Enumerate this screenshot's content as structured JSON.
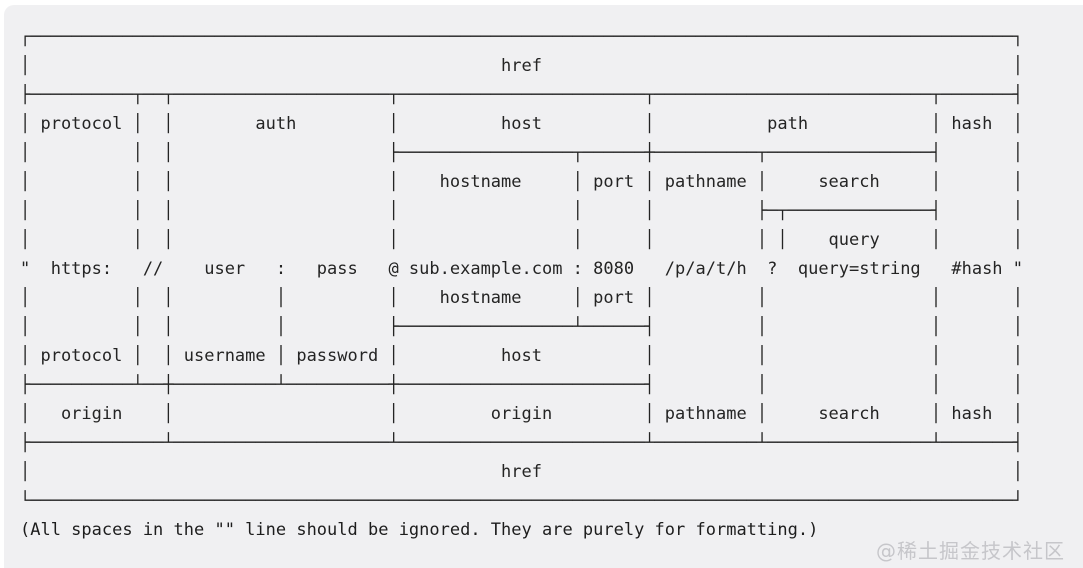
{
  "colors": {
    "page_background": "#ffffff",
    "panel_background": "#f0f0f2",
    "diagram_text": "#242424",
    "watermark_text": "#c6c6ca"
  },
  "diagram": {
    "title_component_top": "href",
    "title_component_bottom": "href",
    "lines": [
      "┌────────────────────────────────────────────────────────────────────────────────────────────────┐",
      "│                                              href                                              │",
      "├──────────┬──┬─────────────────────┬────────────────────────┬───────────────────────────┬───────┤",
      "│ protocol │  │        auth         │          host          │           path            │ hash  │",
      "│          │  │                     ├─────────────────┬──────┼──────────┬────────────────┤       │",
      "│          │  │                     │    hostname     │ port │ pathname │     search     │       │",
      "│          │  │                     │                 │      │          ├─┬──────────────┤       │",
      "│          │  │                     │                 │      │          │ │    query     │       │",
      "\"  https:   //    user   :   pass   @ sub.example.com : 8080   /p/a/t/h  ?  query=string   #hash \"",
      "│          │  │          │          │    hostname     │ port │          │                │       │",
      "│          │  │          │          ├─────────────────┴──────┤          │                │       │",
      "│ protocol │  │ username │ password │          host          │          │                │       │",
      "├──────────┴──┼──────────┴──────────┼────────────────────────┤          │                │       │",
      "│   origin    │                     │         origin         │ pathname │     search     │ hash  │",
      "├─────────────┴─────────────────────┴────────────────────────┴──────────┴────────────────┴───────┤",
      "│                                              href                                              │",
      "└────────────────────────────────────────────────────────────────────────────────────────────────┘"
    ],
    "note": "(All spaces in the \"\" line should be ignored. They are purely for formatting.)",
    "component_labels": {
      "top_section": [
        "href",
        "protocol",
        "auth",
        "host",
        "path",
        "hash",
        "hostname",
        "port",
        "pathname",
        "search",
        "query"
      ],
      "bottom_section": [
        "hostname",
        "port",
        "protocol",
        "username",
        "password",
        "host",
        "origin",
        "origin",
        "pathname",
        "search",
        "hash",
        "href"
      ]
    },
    "url_example": {
      "open_quote": "\"",
      "protocol": "https:",
      "slashes": "//",
      "username": "user",
      "auth_separator": ":",
      "password": "pass",
      "at_sign": "@",
      "hostname": "sub.example.com",
      "port_separator": ":",
      "port": "8080",
      "pathname": "/p/a/t/h",
      "question_mark": "?",
      "query": "query=string",
      "hash": "#hash",
      "close_quote": "\""
    }
  },
  "watermark": {
    "text": "@稀土掘金技术社区"
  }
}
